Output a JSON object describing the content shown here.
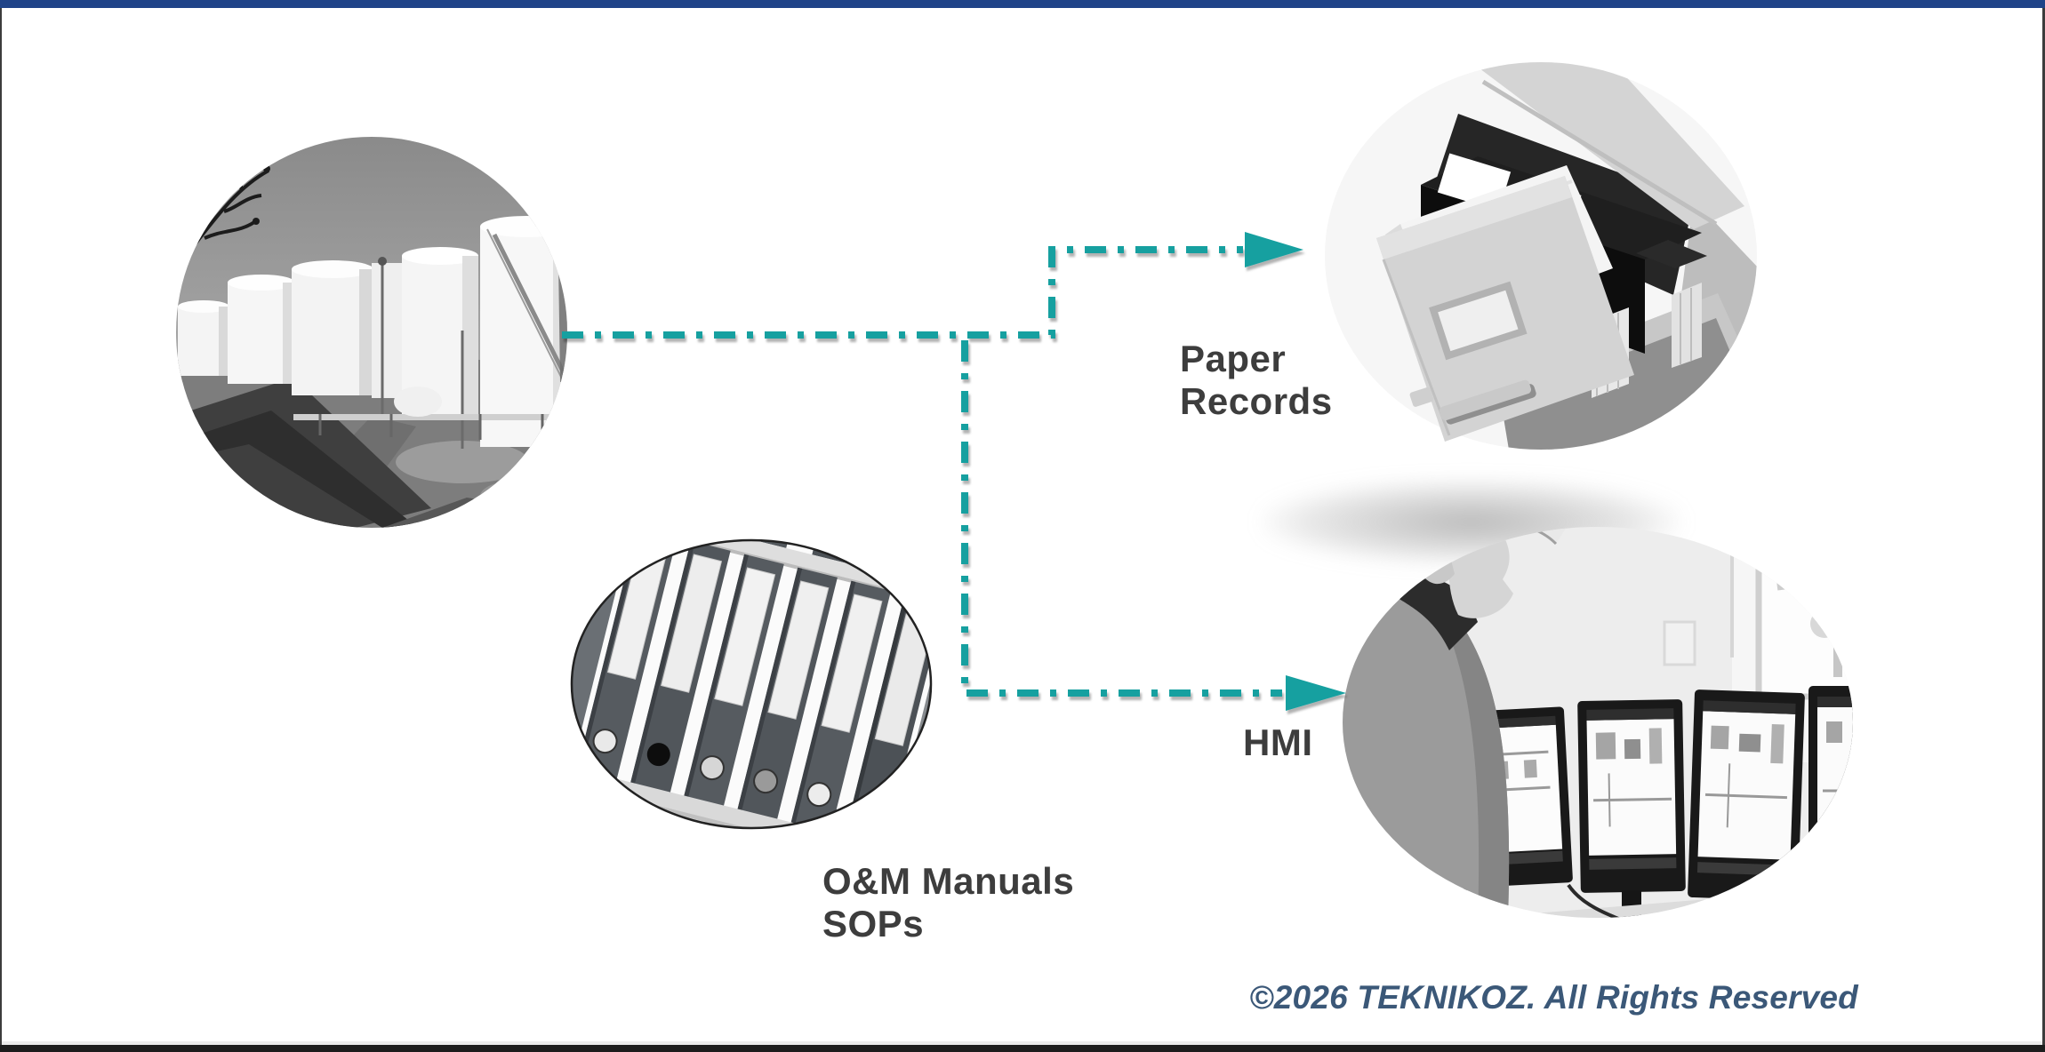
{
  "labels": {
    "paper_records": "Paper\nRecords",
    "hmi": "HMI",
    "om_manuals": "O&M Manuals\nSOPs"
  },
  "footer": {
    "copyright": "©2026 TEKNIKOZ. All Rights Reserved"
  },
  "images": {
    "tanks": "tank-farm-photo",
    "paper_records": "filing-cabinet-drawer-photo",
    "om_manuals": "binders-on-shelf-photo",
    "hmi": "control-room-operator-photo"
  },
  "icons": {
    "arrow_top": "arrow-right-icon",
    "arrow_bottom": "arrow-right-icon"
  },
  "colors": {
    "accent": "#16a0a0",
    "top-bar": "#1f4388",
    "bottom-bar": "#1d1d1d",
    "edge-border": "#3c3c3c",
    "label-text": "#3d3d3d",
    "copyright-text": "#3b5878"
  }
}
